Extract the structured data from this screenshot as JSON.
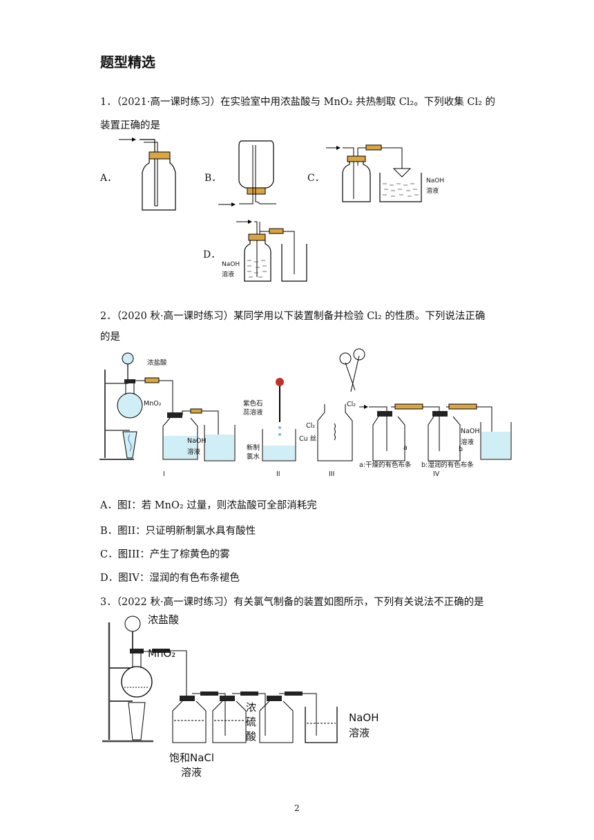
{
  "heading": "题型精选",
  "q1": {
    "line1": "1．（2021·高一课时练习）在实验室中用浓盐酸与 MnO₂ 共热制取 Cl₂。下列收集 Cl₂ 的",
    "line2": "装置正确的是",
    "optA": "A．",
    "optB": "B．",
    "optC": "C．",
    "optD": "D．",
    "naoh": "NaOH",
    "solution": "溶液"
  },
  "q2": {
    "line1": "2．（2020 秋·高一课时练习）某同学用以下装置制备并检验 Cl₂ 的性质。下列说法正确",
    "line2": "的是",
    "fig": {
      "conc_hcl": "浓盐酸",
      "mno2": "MnO₂",
      "naoh": "NaOH",
      "solution": "溶液",
      "litmus1": "紫色石",
      "litmus2": "蕊溶液",
      "fresh1": "新制",
      "fresh2": "氯水",
      "cl2": "Cl₂",
      "cu_wire": "Cu 丝",
      "dry_cloth": "a:干燥的有色布条",
      "wet_cloth": "b:湿润的有色布条",
      "a": "a",
      "b": "b",
      "roman1": "I",
      "roman2": "II",
      "roman3": "III",
      "roman4": "IV"
    },
    "optA": "A．图I：若 MnO₂ 过量，则浓盐酸可全部消耗完",
    "optB": "B．图II：只证明新制氯水具有酸性",
    "optC": "C．图III：产生了棕黄色的雾",
    "optD": "D．图IV：湿润的有色布条褪色"
  },
  "q3": {
    "line1": "3．（2022 秋·高一课时练习）有关氯气制备的装置如图所示，下列有关说法不正确的是",
    "fig": {
      "conc_hcl": "浓盐酸",
      "mno2": "MnO₂",
      "conc_h2so4_1": "浓",
      "conc_h2so4_2": "硫",
      "conc_h2so4_3": "酸",
      "naoh": "NaOH",
      "solution": "溶液",
      "sat_nacl1": "饱和NaCl",
      "sat_nacl2": "溶液"
    }
  },
  "page_number": "2",
  "colors": {
    "liquid": "#cfeef5",
    "tube_joint": "#d9a441",
    "stopper": "#222222"
  }
}
